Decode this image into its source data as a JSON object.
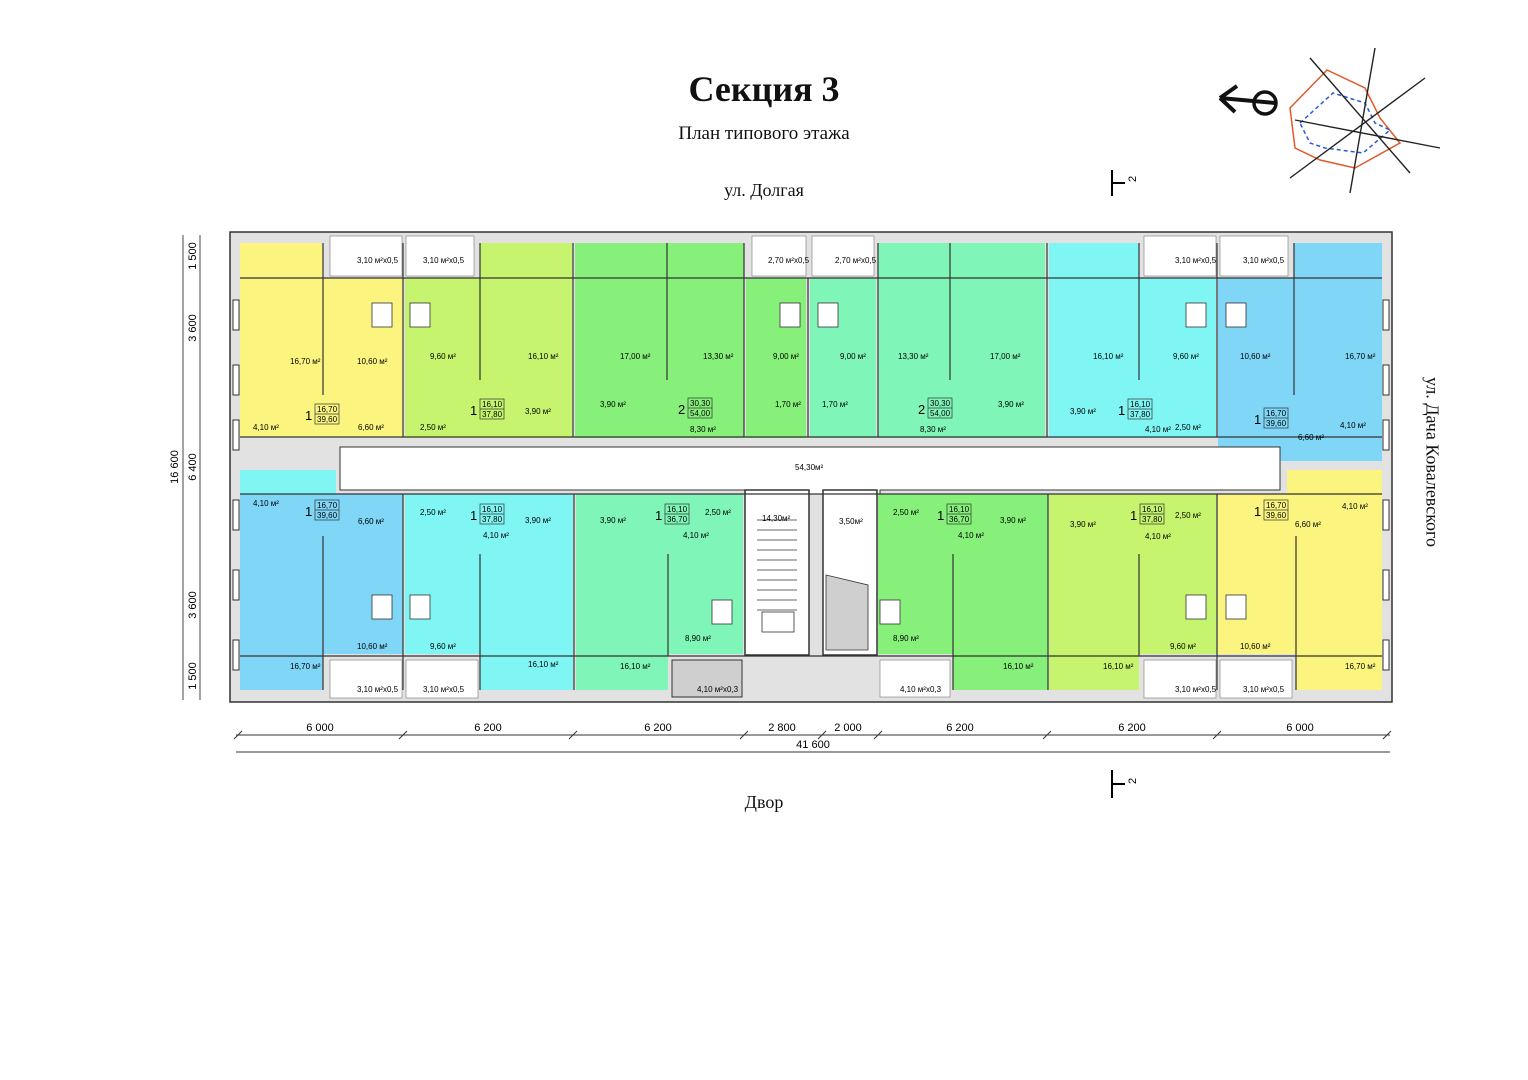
{
  "header": {
    "title": "Секция 3",
    "subtitle": "План типового этажа"
  },
  "streets": {
    "top": "ул. Долгая",
    "bottom": "Двор",
    "right": "ул. Дача Ковалевского"
  },
  "section_mark": "2",
  "dimensions": {
    "horizontal": [
      "6 000",
      "6 200",
      "6 200",
      "2 800",
      "2 000",
      "6 200",
      "6 200",
      "6 000"
    ],
    "total": "41 600",
    "vertical": [
      "1 500",
      "3 600",
      "6 400",
      "3 600",
      "1 500"
    ],
    "vertical_total": "16 600"
  },
  "rooms": [
    {
      "t": "16,70 м²"
    },
    {
      "t": "10,60 м²"
    },
    {
      "t": "9,60 м²"
    },
    {
      "t": "16,10 м²"
    },
    {
      "t": "17,00 м²"
    },
    {
      "t": "13,30 м²"
    },
    {
      "t": "9,00 м²"
    },
    {
      "t": "9,00 м²"
    },
    {
      "t": "13,30 м²"
    },
    {
      "t": "17,00 м²"
    },
    {
      "t": "16,10 м²"
    },
    {
      "t": "9,60 м²"
    },
    {
      "t": "10,60 м²"
    },
    {
      "t": "16,70 м²"
    },
    {
      "t": "4,10 м²"
    },
    {
      "t": "6,60 м²"
    },
    {
      "t": "2,50 м²"
    },
    {
      "t": "3,90 м²"
    },
    {
      "t": "3,90 м²"
    },
    {
      "t": "8,30 м²"
    },
    {
      "t": "1,70 м²"
    },
    {
      "t": "1,70 м²"
    },
    {
      "t": "8,30 м²"
    },
    {
      "t": "3,90 м²"
    },
    {
      "t": "3,90 м²"
    },
    {
      "t": "4,10 м²"
    },
    {
      "t": "2,50 м²"
    },
    {
      "t": "6,60 м²"
    },
    {
      "t": "4,10 м²"
    },
    {
      "t": "54,30м²"
    },
    {
      "t": "4,10 м²"
    },
    {
      "t": "6,60 м²"
    },
    {
      "t": "2,50 м²"
    },
    {
      "t": "3,90 м²"
    },
    {
      "t": "4,10 м²"
    },
    {
      "t": "3,90 м²"
    },
    {
      "t": "2,50 м²"
    },
    {
      "t": "4,10 м²"
    },
    {
      "t": "14,30м²"
    },
    {
      "t": "3,50м²"
    },
    {
      "t": "2,50 м²"
    },
    {
      "t": "4,10 м²"
    },
    {
      "t": "3,90 м²"
    },
    {
      "t": "3,90 м²"
    },
    {
      "t": "4,10 м²"
    },
    {
      "t": "2,50 м²"
    },
    {
      "t": "6,60 м²"
    },
    {
      "t": "4,10 м²"
    },
    {
      "t": "16,70 м²"
    },
    {
      "t": "10,60 м²"
    },
    {
      "t": "9,60 м²"
    },
    {
      "t": "16,10 м²"
    },
    {
      "t": "16,10 м²"
    },
    {
      "t": "8,90 м²"
    },
    {
      "t": "8,90 м²"
    },
    {
      "t": "16,10 м²"
    },
    {
      "t": "16,10 м²"
    },
    {
      "t": "9,60 м²"
    },
    {
      "t": "10,60 м²"
    },
    {
      "t": "16,70 м²"
    },
    {
      "t": "3,10 м²x0,5"
    },
    {
      "t": "3,10 м²x0,5"
    },
    {
      "t": "2,70 м²x0,5"
    },
    {
      "t": "2,70 м²x0,5"
    },
    {
      "t": "3,10 м²x0,5"
    },
    {
      "t": "3,10 м²x0,5"
    },
    {
      "t": "3,10 м²x0,5"
    },
    {
      "t": "3,10 м²x0,5"
    },
    {
      "t": "4,10 м²x0,3"
    },
    {
      "t": "4,10 м²x0,3"
    },
    {
      "t": "3,10 м²x0,5"
    },
    {
      "t": "3,10 м²x0,5"
    }
  ],
  "apartments": [
    {
      "rooms": "1",
      "living": "16,70",
      "total": "39,60"
    },
    {
      "rooms": "1",
      "living": "16,10",
      "total": "37,80"
    },
    {
      "rooms": "2",
      "living": "30,30",
      "total": "54,00"
    },
    {
      "rooms": "2",
      "living": "30,30",
      "total": "54,00"
    },
    {
      "rooms": "1",
      "living": "16,10",
      "total": "37,80"
    },
    {
      "rooms": "1",
      "living": "16,70",
      "total": "39,60"
    },
    {
      "rooms": "1",
      "living": "16,70",
      "total": "39,60"
    },
    {
      "rooms": "1",
      "living": "16,10",
      "total": "37,80"
    },
    {
      "rooms": "1",
      "living": "16,10",
      "total": "36,70"
    },
    {
      "rooms": "1",
      "living": "16,10",
      "total": "36,70"
    },
    {
      "rooms": "1",
      "living": "16,10",
      "total": "37,80"
    },
    {
      "rooms": "1",
      "living": "16,70",
      "total": "39,60"
    }
  ],
  "colors": {
    "yellow": "#fbf580",
    "lime": "#c6f46e",
    "green": "#86f07a",
    "mint": "#7ff5b8",
    "cyan": "#80f6f4",
    "blue": "#7fd6f6",
    "wall": "#e2e2e2",
    "stroke": "#333333"
  }
}
